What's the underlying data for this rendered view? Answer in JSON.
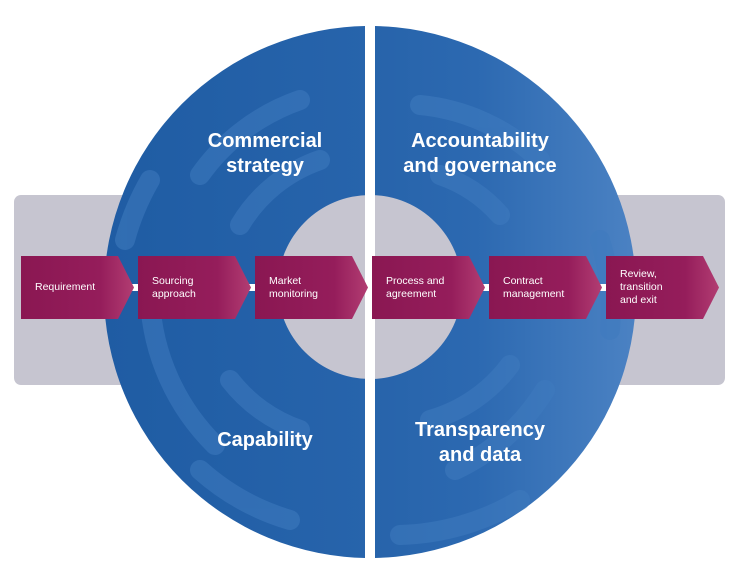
{
  "colors": {
    "ring_dark": "#1a5599",
    "ring_mid": "#2f6db4",
    "ring_light": "#4a86c6",
    "band": "#c6c5d0",
    "center": "#c6c5d0",
    "step_fill": "#8c1a54",
    "step_light": "#b0386e",
    "divider": "#ffffff"
  },
  "quadrants": {
    "top_left": "Commercial\nstrategy",
    "top_right": "Accountability\nand governance",
    "bottom_left": "Capability",
    "bottom_right": "Transparency\nand data"
  },
  "steps": [
    {
      "label": "Requirement"
    },
    {
      "label": "Sourcing\napproach"
    },
    {
      "label": "Market\nmonitoring"
    },
    {
      "label": "Process and\nagreement"
    },
    {
      "label": "Contract\nmanagement"
    },
    {
      "label": "Review,\ntransition\nand exit"
    }
  ]
}
